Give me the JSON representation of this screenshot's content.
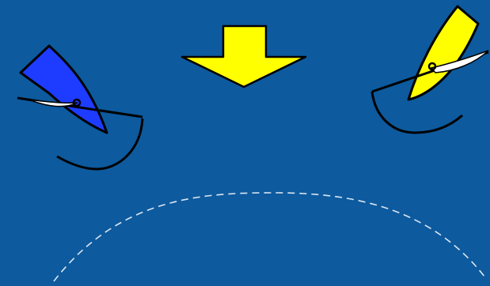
{
  "scene": {
    "background_color": "#0d5a9e",
    "wind_arrow": {
      "icon": "wind-arrow-icon",
      "direction": "down",
      "color": "#ffff00"
    },
    "boats": [
      {
        "id": "blue",
        "icon": "blue-sailboat-icon",
        "sail_color": "#1e3cff"
      },
      {
        "id": "yellow",
        "icon": "yellow-sailboat-icon",
        "sail_color": "#ffff00"
      }
    ],
    "mark_circle": {
      "style": "dashed",
      "color": "#dbe6f2"
    }
  }
}
